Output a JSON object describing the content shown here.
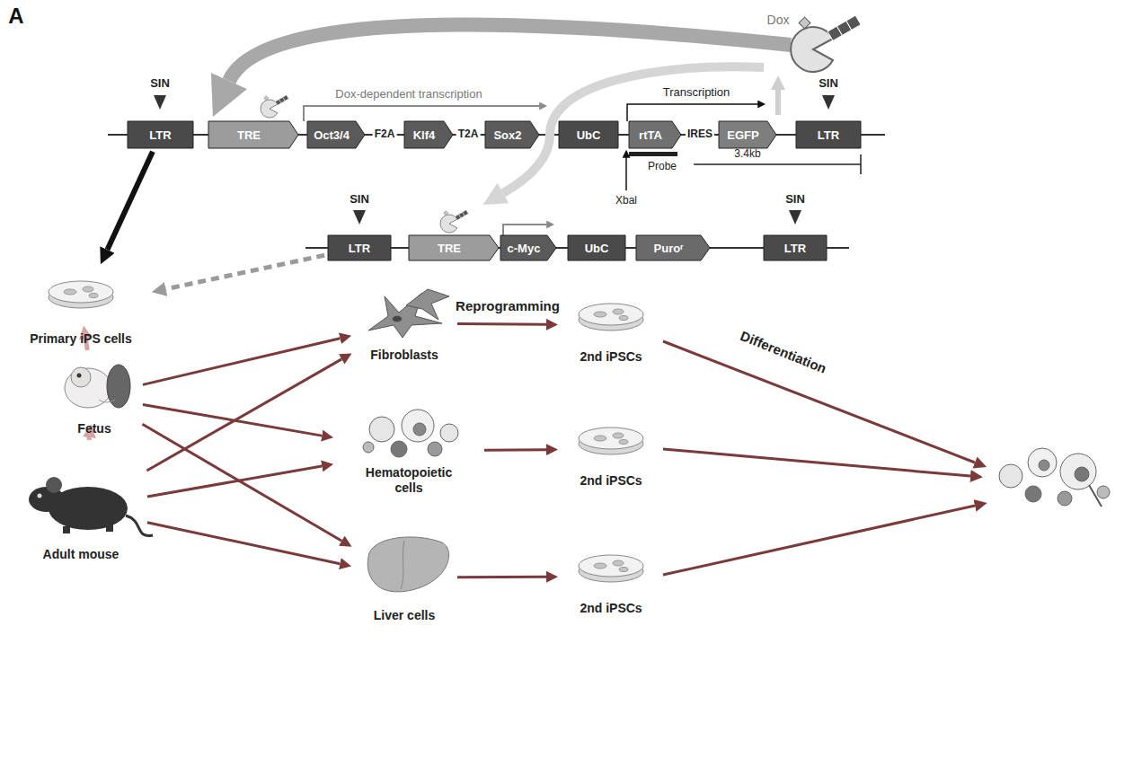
{
  "diagram": {
    "nodes": [
      {
        "text": [
          "LTR"
        ]
      },
      {
        "text": [
          "TRE"
        ]
      },
      {
        "text": [
          "Oct3/4"
        ]
      },
      {
        "text": [
          "Klf4"
        ]
      },
      {
        "text": [
          "Sox2"
        ]
      },
      {
        "text": [
          "UbC"
        ]
      },
      {
        "text": [
          "rtTA"
        ]
      },
      {
        "text": [
          "EGFP"
        ]
      },
      {
        "text": [
          "LTR"
        ]
      },
      {
        "text": [
          "LTR"
        ]
      },
      {
        "text": [
          "TRE"
        ]
      },
      {
        "text": [
          "c-Myc"
        ]
      },
      {
        "text": [
          "UbC"
        ]
      },
      {
        "text": [
          "Puroʳ"
        ]
      },
      {
        "text": [
          "LTR"
        ]
      },
      {
        "text": [
          "Primary iPS cells"
        ]
      },
      {
        "text": [
          "Fetus"
        ]
      },
      {
        "text": [
          "Adult mouse"
        ]
      },
      {
        "text": [
          "Fibroblasts"
        ]
      },
      {
        "text": [
          "Hematopoietic cells"
        ]
      },
      {
        "text": [
          "Liver cells"
        ]
      },
      {
        "text": [
          "2nd iPSCs"
        ]
      },
      {
        "text": [
          "2nd iPSCs"
        ]
      },
      {
        "text": [
          "2nd iPSCs"
        ]
      }
    ],
    "edges": [
      {
        "from": 0,
        "to": 15,
        "arrow": "to"
      },
      {
        "from": 9,
        "to": 15,
        "arrow": "to"
      },
      {
        "from": 15,
        "to": 16,
        "arrow": "to"
      },
      {
        "from": 16,
        "to": 17,
        "arrow": "to"
      },
      {
        "from": 16,
        "to": 18,
        "arrow": "to"
      },
      {
        "from": 16,
        "to": 19,
        "arrow": "to"
      },
      {
        "from": 16,
        "to": 20,
        "arrow": "to"
      },
      {
        "from": 17,
        "to": 18,
        "arrow": "to"
      },
      {
        "from": 17,
        "to": 19,
        "arrow": "to"
      },
      {
        "from": 17,
        "to": 20,
        "arrow": "to"
      },
      {
        "from": 18,
        "to": 21,
        "label": "Reprogramming",
        "arrow": "to"
      },
      {
        "from": 19,
        "to": 22,
        "arrow": "to"
      },
      {
        "from": 20,
        "to": 23,
        "arrow": "to"
      }
    ],
    "labels": [
      "A",
      "Dox",
      "SIN",
      "Dox-dependent transcription",
      "F2A",
      "T2A",
      "Transcription",
      "IRES",
      "SIN",
      "Probe",
      "3.4kb",
      "Xbal",
      "SIN",
      "SIN",
      "Differentiation"
    ]
  }
}
